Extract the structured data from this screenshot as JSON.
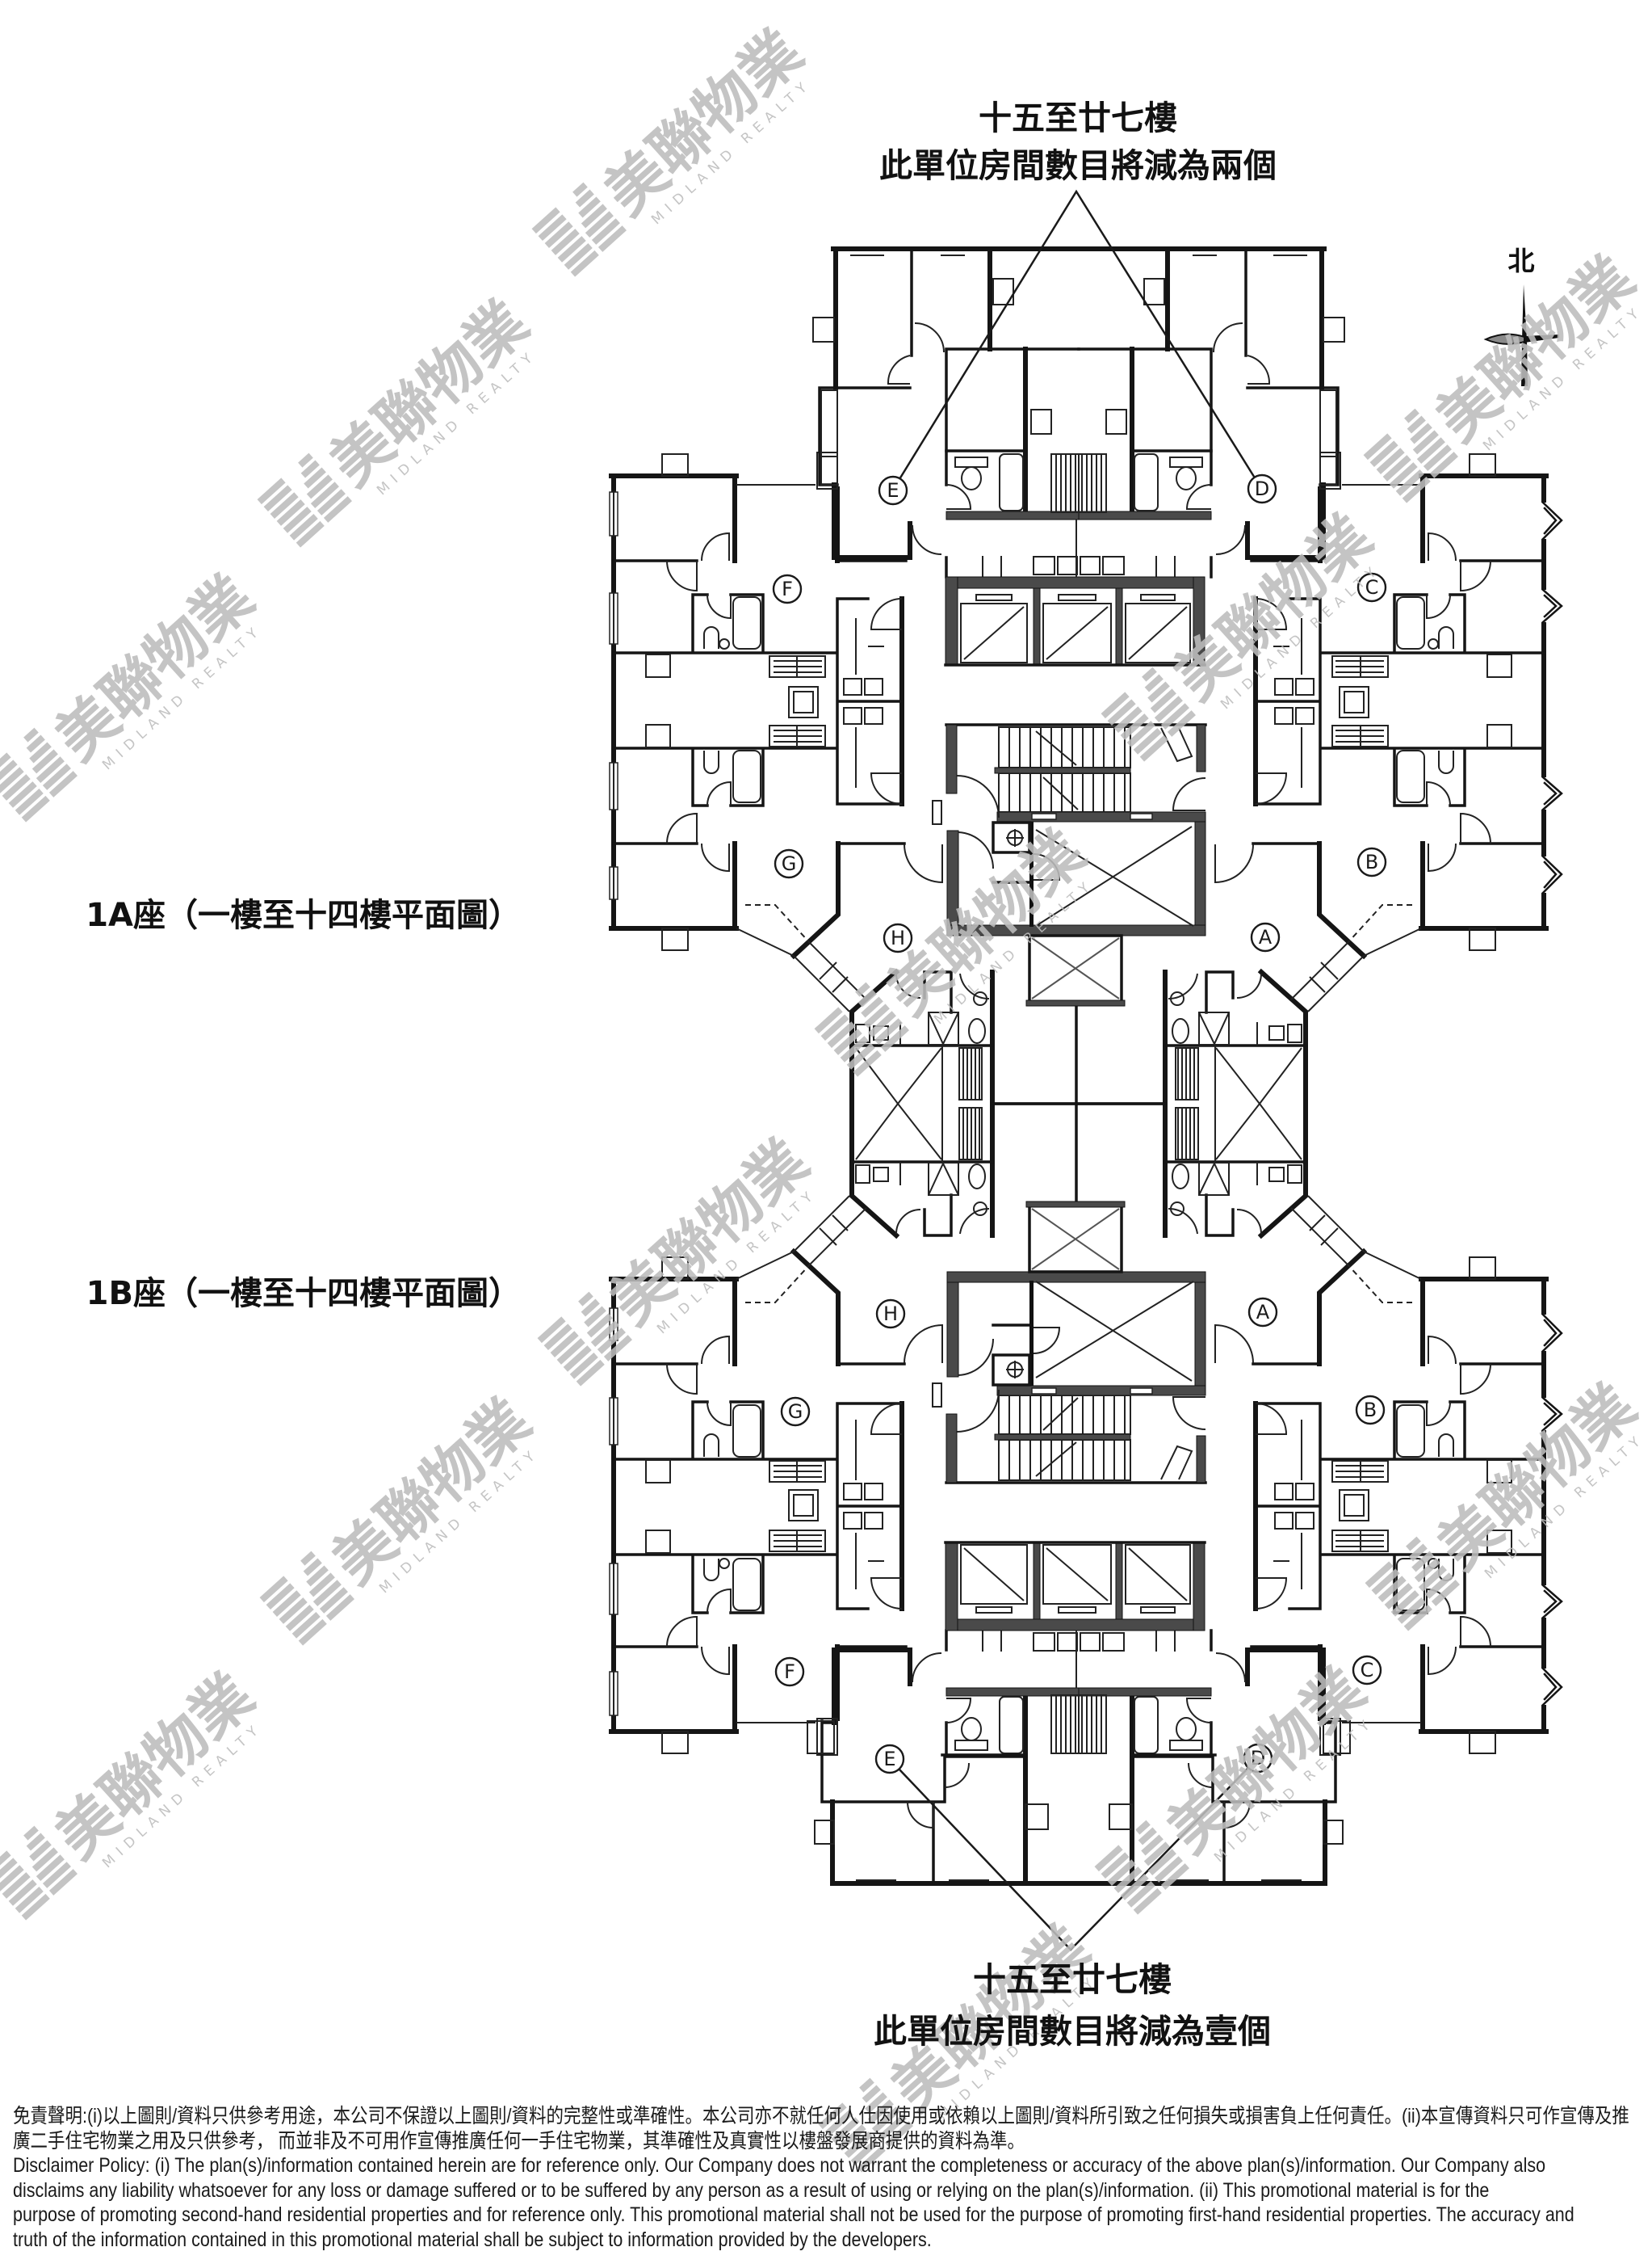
{
  "notes": {
    "top": {
      "floors": "十五至廿七樓",
      "remark": "此單位房間數目將減為兩個"
    },
    "bottom": {
      "floors": "十五至廿七樓",
      "remark": "此單位房間數目將減為壹個"
    }
  },
  "compass": {
    "north_label": "北"
  },
  "blocks": [
    {
      "label": "1A座（一樓至十四樓平面圖）",
      "units": [
        "E",
        "D",
        "F",
        "C",
        "G",
        "B",
        "H",
        "A"
      ]
    },
    {
      "label": "1B座（一樓至十四樓平面圖）",
      "units": [
        "H",
        "A",
        "G",
        "B",
        "F",
        "C",
        "E",
        "D"
      ]
    }
  ],
  "watermark": {
    "brand_cn": "美聯物業",
    "brand_en": "MIDLAND REALTY"
  },
  "disclaimer": {
    "lines": [
      "免責聲明:(i)以上圖則/資料只供參考用途，本公司不保證以上圖則/資料的完整性或準確性。本公司亦不就任何人仕因使用或依賴以上圖則/資料所引致之任何損失或損害負上任何責任。(ii)本宣傳資料只可作宣傳及推",
      "廣二手住宅物業之用及只供參考， 而並非及不可用作宣傳推廣任何一手住宅物業，其準確性及真實性以樓盤發展商提供的資料為準。",
      "Disclaimer Policy: (i) The plan(s)/information contained herein are for reference only. Our Company does not warrant the completeness or accuracy of the above plan(s)/information. Our Company also",
      "disclaims any liability whatsoever for any loss or damage suffered or to be suffered by any person as a result of using or relying on the plan(s)/information. (ii) This promotional material is for the",
      "purpose of promoting second-hand residential properties and for reference only. This promotional material shall not be used for the purpose of promoting first-hand residential properties. The accuracy and",
      "truth of the information contained in this promotional material shall be subject to information provided by the developers."
    ]
  },
  "colors": {
    "ink": "#111111",
    "core_wall": "#4a4a4a",
    "watermark": "#bdbdbd",
    "background": "#ffffff"
  }
}
